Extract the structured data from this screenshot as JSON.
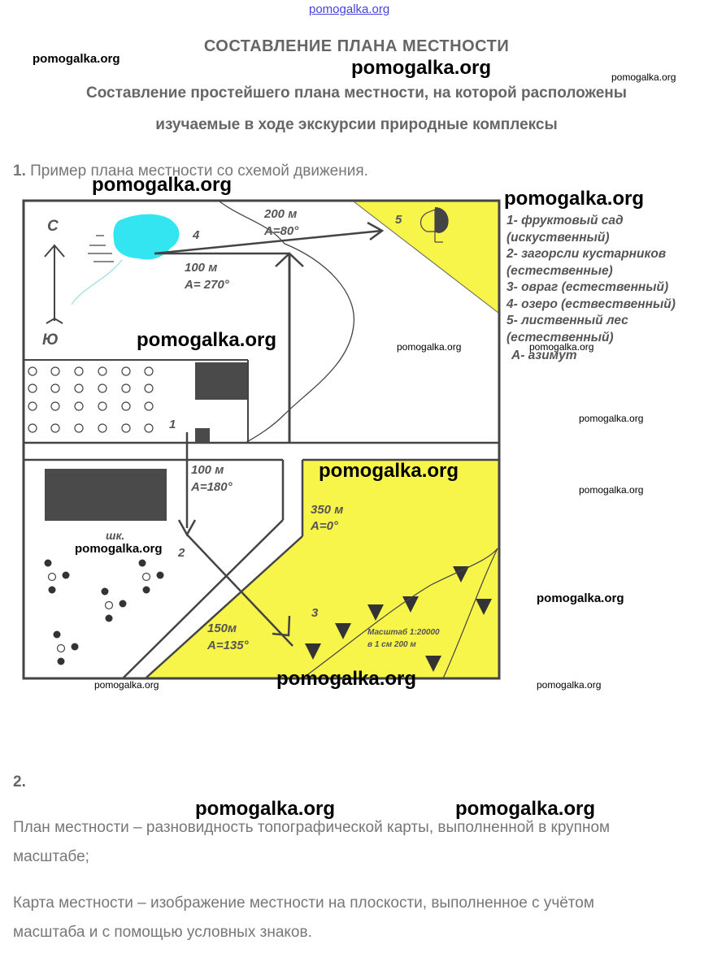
{
  "header_link": "pomogalka.org",
  "title": "СОСТАВЛЕНИЕ ПЛАНА МЕСТНОСТИ",
  "subtitle_line1": "Составление простейшего плана местности, на которой расположены",
  "subtitle_line2": "изучаемые в ходе экскурсии природные комплексы",
  "section1": {
    "number": "1.",
    "text": "Пример плана местности со схемой движения."
  },
  "map": {
    "north": "С",
    "south": "Ю",
    "labels": {
      "n1": "1",
      "n2": "2",
      "n3": "3",
      "n4": "4",
      "n5": "5",
      "school": "шк."
    },
    "routes": [
      {
        "dist": "100 м",
        "azimuth": "А= 270°"
      },
      {
        "dist": "200 м",
        "azimuth": "А=80°"
      },
      {
        "dist": "100 м",
        "azimuth": "А=180°"
      },
      {
        "dist": "150м",
        "azimuth": "А=135°"
      },
      {
        "dist": "350 м",
        "azimuth": "А=0°"
      }
    ],
    "scale_line1": "Масштаб 1:20000",
    "scale_line2": "в 1 см 200 м",
    "legend": [
      "1- фруктовый сад",
      "(искуственный)",
      "2- загорсли кустарников",
      "(естественные)",
      "3- овраг (естественный)",
      "4- озеро (ествественный)",
      "5- лиственный лес",
      "(естественный)",
      " А- азимут"
    ],
    "colors": {
      "yellow": "#f7f44a",
      "lake": "#33e5f0",
      "line": "#444444"
    }
  },
  "section2": {
    "number": "2.",
    "p1_line1": "План местности – разновидность топографической карты, выполненной в крупном",
    "p1_line2": "масштабе;",
    "p2_line1": "Карта местности – изображение местности на плоскости, выполненное с учётом",
    "p2_line2": "масштаба и с помощью условных знаков."
  },
  "watermarks": [
    "pomogalka.org",
    "pomogalka.org",
    "pomogalka.org",
    "pomogalka.org",
    "pomogalka.org",
    "pomogalka.org",
    "pomogalka.org",
    "pomogalka.org",
    "pomogalka.org",
    "pomogalka.org",
    "pomogalka.org",
    "pomogalka.org",
    "pomogalka.org",
    "pomogalka.org",
    "pomogalka.org",
    "pomogalka.org",
    "pomogalka.org",
    "pomogalka.org"
  ]
}
